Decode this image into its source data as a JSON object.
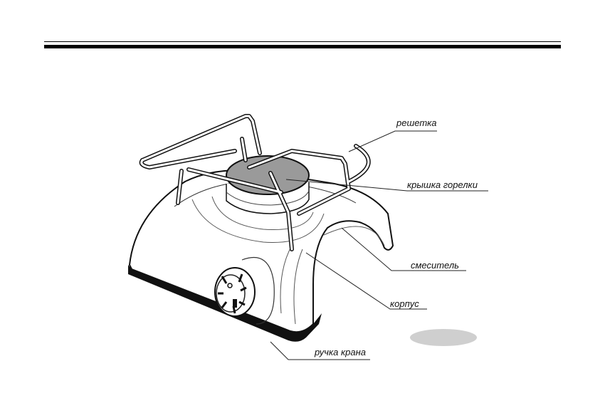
{
  "labels": {
    "grate": "решетка",
    "burner_cap": "крышка горелки",
    "mixer": "смеситель",
    "body": "корпус",
    "valve_knob": "ручка крана"
  },
  "colors": {
    "line": "#111111",
    "burner_cap_fill": "#9a9a9a",
    "grey_oval": "#cfcfcf",
    "background": "#ffffff"
  }
}
